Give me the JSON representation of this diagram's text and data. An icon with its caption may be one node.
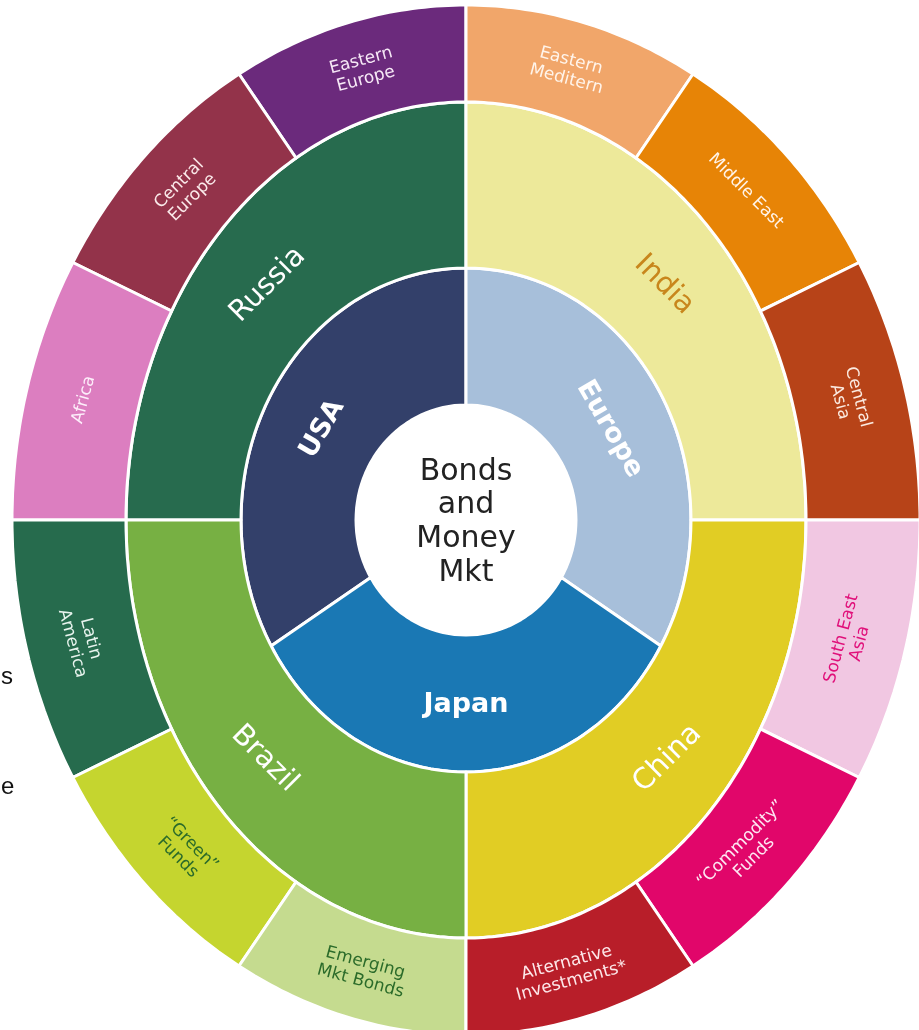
{
  "diagram": {
    "nodes": [
      {
        "text": [
          "Bonds and Money Mkt"
        ]
      },
      {
        "text": [
          "USA"
        ]
      },
      {
        "text": [
          "Europe"
        ]
      },
      {
        "text": [
          "Japan"
        ]
      },
      {
        "text": [
          "Russia"
        ]
      },
      {
        "text": [
          "India"
        ]
      },
      {
        "text": [
          "China"
        ]
      },
      {
        "text": [
          "Brazil"
        ]
      },
      {
        "text": [
          "Eastern Europe"
        ]
      },
      {
        "text": [
          "Eastern Meditern"
        ]
      },
      {
        "text": [
          "Central Europe"
        ]
      },
      {
        "text": [
          "Middle East"
        ]
      },
      {
        "text": [
          "Africa"
        ]
      },
      {
        "text": [
          "Central Asia"
        ]
      },
      {
        "text": [
          "Latin America"
        ]
      },
      {
        "text": [
          "South East Asia"
        ]
      },
      {
        "text": [
          "“Green” Funds"
        ]
      },
      {
        "text": [
          "“Commodity” Funds"
        ]
      },
      {
        "text": [
          "Emerging Mkt Bonds"
        ]
      },
      {
        "text": [
          "Alternative Investments*"
        ]
      }
    ],
    "labels": [
      "s",
      "e"
    ]
  }
}
